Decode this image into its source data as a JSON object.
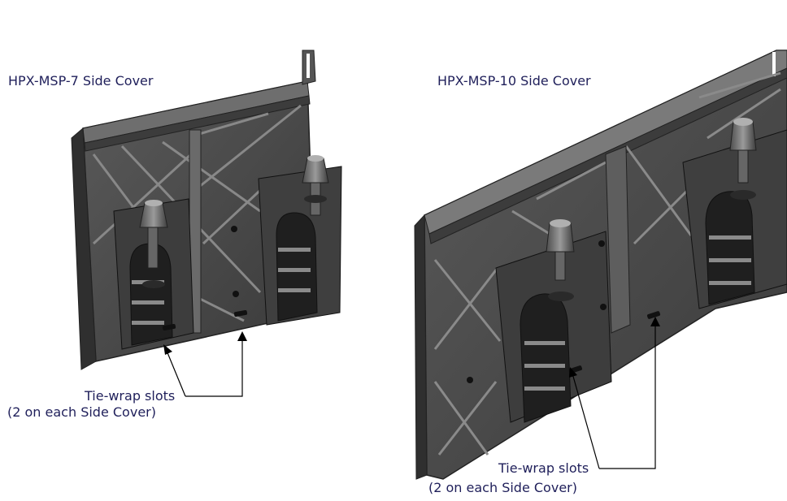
{
  "figure": {
    "left_cover_title": "HPX-MSP-7 Side Cover",
    "right_cover_title": "HPX-MSP-10 Side Cover",
    "left_callout_line1": "Tie-wrap slots",
    "left_callout_line2": "(2 on each Side Cover)",
    "right_callout_line1": "Tie-wrap slots",
    "right_callout_line2": "(2 on each Side Cover)"
  },
  "colors": {
    "body": "#4a4a4a",
    "dark": "#2b2b2b",
    "light": "#7a7a7a",
    "highlight": "#9a9a9a",
    "callout": "#000000"
  }
}
